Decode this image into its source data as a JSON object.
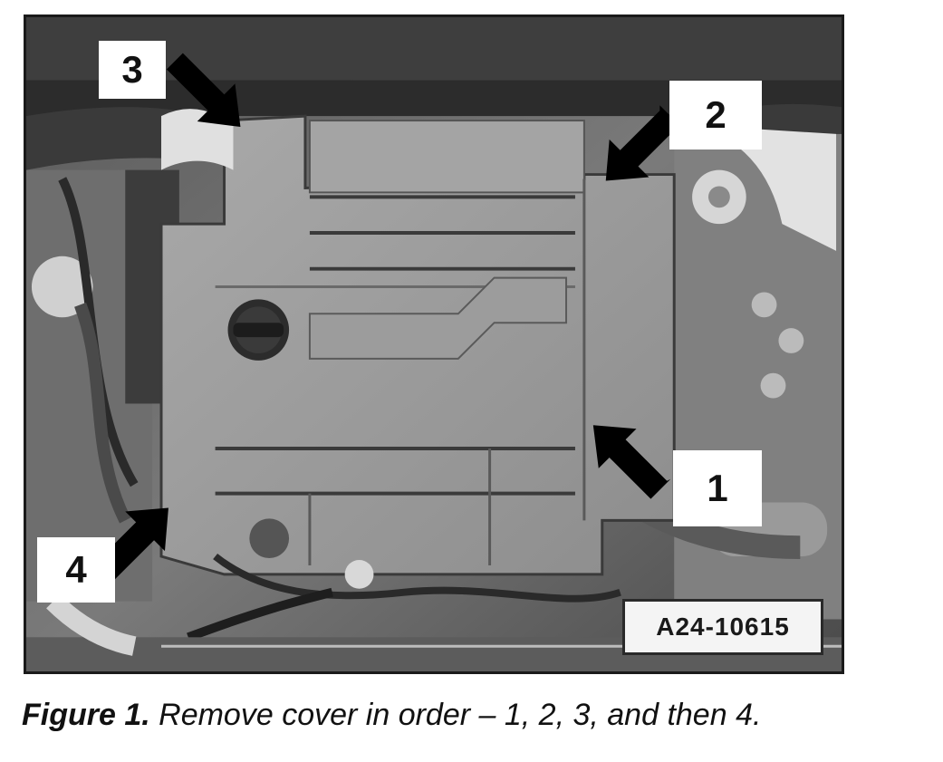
{
  "figure": {
    "reference_label": "A24-10615",
    "callouts": {
      "one": "1",
      "two": "2",
      "three": "3",
      "four": "4"
    }
  },
  "caption": {
    "label": "Figure 1.",
    "text": " Remove cover in order – 1, 2, 3, and then 4."
  },
  "colors": {
    "frame": "#1a1a1a",
    "photo_base": "#6a6a6a",
    "arrow": "#000000"
  }
}
